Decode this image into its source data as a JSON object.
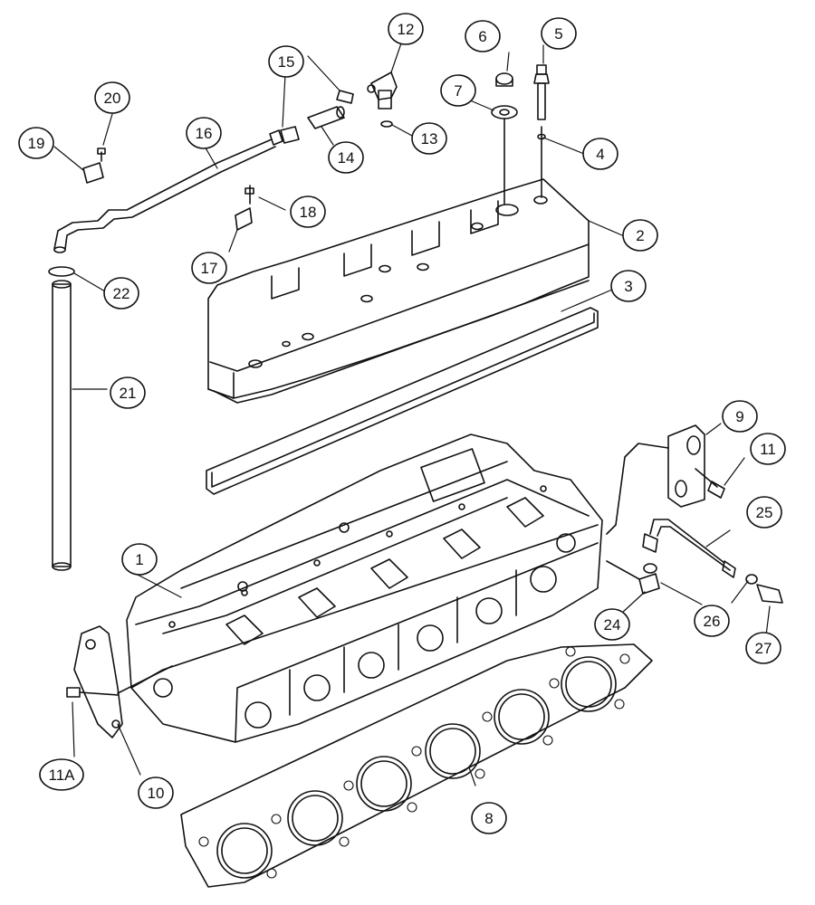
{
  "callouts": [
    {
      "id": "c1",
      "label": "1"
    },
    {
      "id": "c2",
      "label": "2"
    },
    {
      "id": "c3",
      "label": "3"
    },
    {
      "id": "c4",
      "label": "4"
    },
    {
      "id": "c5",
      "label": "5"
    },
    {
      "id": "c6",
      "label": "6"
    },
    {
      "id": "c7",
      "label": "7"
    },
    {
      "id": "c8",
      "label": "8"
    },
    {
      "id": "c9",
      "label": "9"
    },
    {
      "id": "c10",
      "label": "10"
    },
    {
      "id": "c11",
      "label": "11"
    },
    {
      "id": "c11a",
      "label": "11A"
    },
    {
      "id": "c12",
      "label": "12"
    },
    {
      "id": "c13",
      "label": "13"
    },
    {
      "id": "c14",
      "label": "14"
    },
    {
      "id": "c15",
      "label": "15"
    },
    {
      "id": "c16",
      "label": "16"
    },
    {
      "id": "c17",
      "label": "17"
    },
    {
      "id": "c18",
      "label": "18"
    },
    {
      "id": "c19",
      "label": "19"
    },
    {
      "id": "c20",
      "label": "20"
    },
    {
      "id": "c21",
      "label": "21"
    },
    {
      "id": "c22",
      "label": "22"
    },
    {
      "id": "c24",
      "label": "24"
    },
    {
      "id": "c25",
      "label": "25"
    },
    {
      "id": "c26",
      "label": "26"
    },
    {
      "id": "c27",
      "label": "27"
    }
  ]
}
